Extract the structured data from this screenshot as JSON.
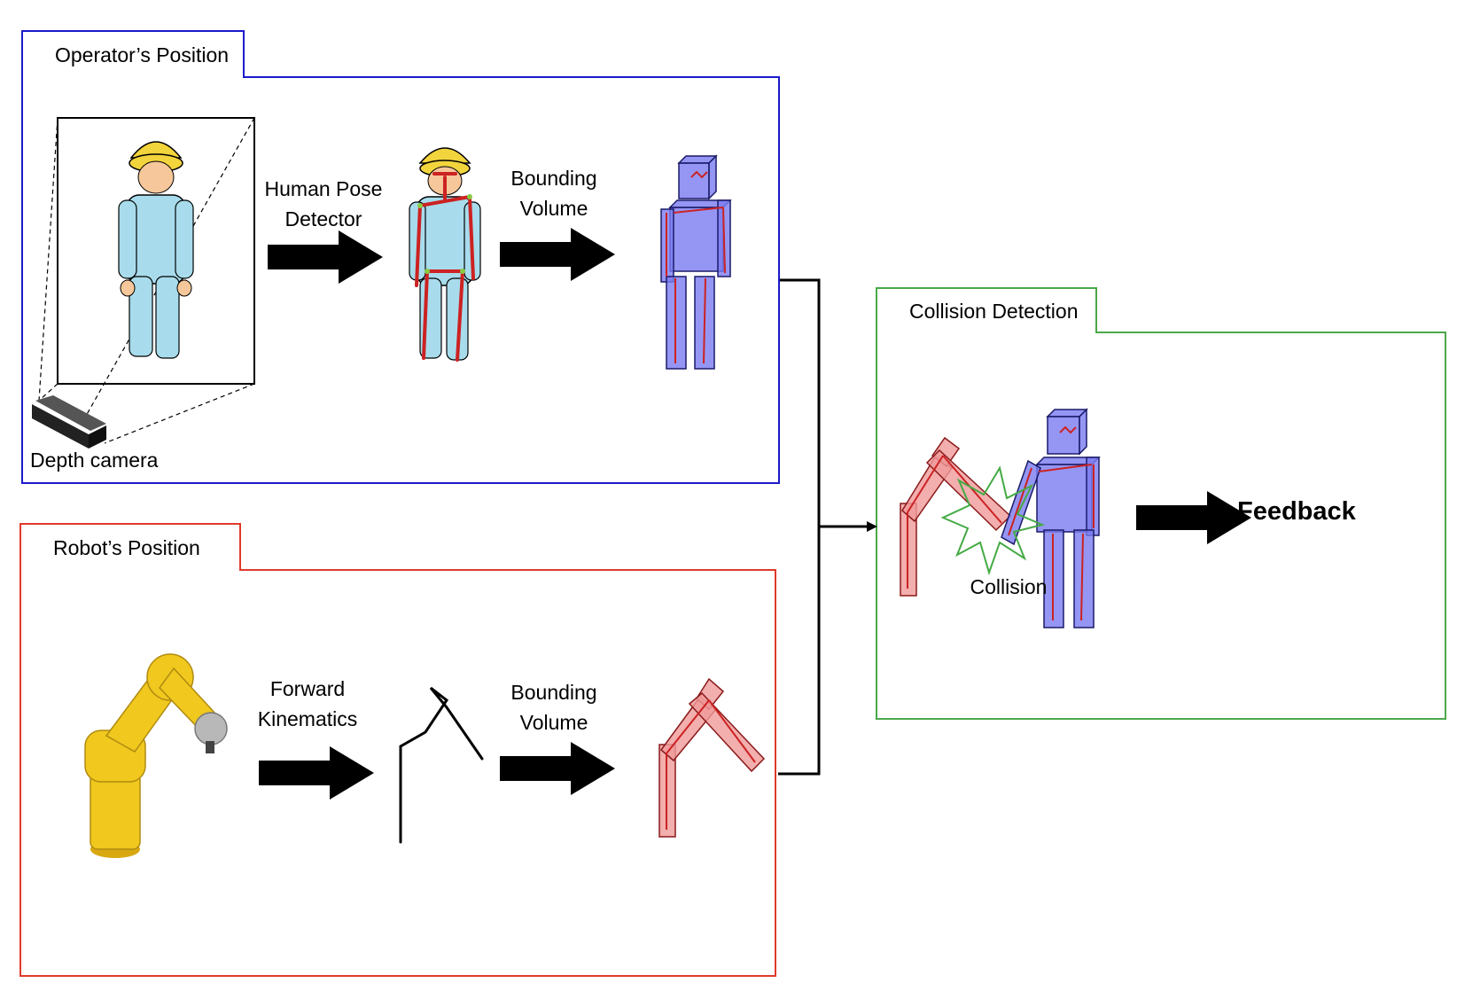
{
  "panels": {
    "operator": {
      "title": "Operator’s Position",
      "color": "#1a1acc"
    },
    "robot": {
      "title": "Robot’s Position",
      "color": "#e03a2a"
    },
    "collision": {
      "title": "Collision Detection",
      "color": "#4aa84a"
    }
  },
  "labels": {
    "depth_camera": "Depth camera",
    "human_pose_l1": "Human Pose",
    "human_pose_l2": "Detector",
    "bounding_top_l1": "Bounding",
    "bounding_top_l2": "Volume",
    "fk_l1": "Forward",
    "fk_l2": "Kinematics",
    "bounding_bot_l1": "Bounding",
    "bounding_bot_l2": "Volume",
    "collision": "Collision",
    "feedback": "Feedback"
  },
  "colors": {
    "human_suit": "#a8dcec",
    "helmet": "#f2d43c",
    "skeleton": "#cc2222",
    "human_volume": "#7a7cf0",
    "robot_volume": "#f09a9a",
    "robot_body": "#f0c81e",
    "arrow": "#000000",
    "collision_star": "#44aa44"
  }
}
